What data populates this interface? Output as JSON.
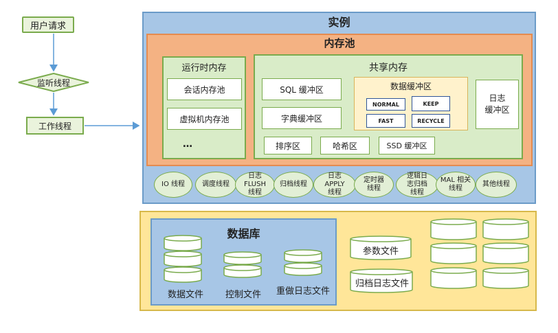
{
  "flow": {
    "user_request": "用户请求",
    "listener_thread": "监听线程",
    "worker_thread": "工作线程"
  },
  "instance": {
    "title": "实例",
    "memory_pool": {
      "title": "内存池",
      "runtime": {
        "title": "运行时内存",
        "session_pool": "会话内存池",
        "vm_pool": "虚拟机内存池",
        "more": "…"
      },
      "shared": {
        "title": "共享内存",
        "sql_cache": "SQL 缓冲区",
        "dict_cache": "字典缓冲区",
        "data_cache": {
          "title": "数据缓冲区",
          "normal": "NORMAL",
          "keep": "KEEP",
          "fast": "FAST",
          "recycle": "RECYCLE"
        },
        "log_cache_line1": "日志",
        "log_cache_line2": "缓冲区",
        "sort_area": "排序区",
        "hash_area": "哈希区",
        "ssd_cache": "SSD 缓冲区"
      }
    },
    "threads": [
      {
        "line1": "IO 线程",
        "line2": "",
        "line3": ""
      },
      {
        "line1": "调度线程",
        "line2": "",
        "line3": ""
      },
      {
        "line1": "日志",
        "line2": "FLUSH",
        "line3": "线程"
      },
      {
        "line1": "归档线程",
        "line2": "",
        "line3": ""
      },
      {
        "line1": "日志",
        "line2": "APPLY",
        "line3": "线程"
      },
      {
        "line1": "定时器",
        "line2": "线程",
        "line3": ""
      },
      {
        "line1": "逻辑日",
        "line2": "志归档",
        "line3": "线程"
      },
      {
        "line1": "MAL 相关",
        "line2": "线程",
        "line3": ""
      },
      {
        "line1": "其他线程",
        "line2": "",
        "line3": ""
      }
    ]
  },
  "database": {
    "title": "数据库",
    "data_files": "数据文件",
    "control_files": "控制文件",
    "redo_files": "重做日志文件",
    "param_file": "参数文件",
    "archive_file": "归档日志文件"
  },
  "colors": {
    "instance_bg": "#a7c6e6",
    "memory_bg": "#f4b283",
    "green_panel": "#d9ecc8",
    "database_bg": "#ffe699",
    "arrow": "#5b9bd5"
  }
}
